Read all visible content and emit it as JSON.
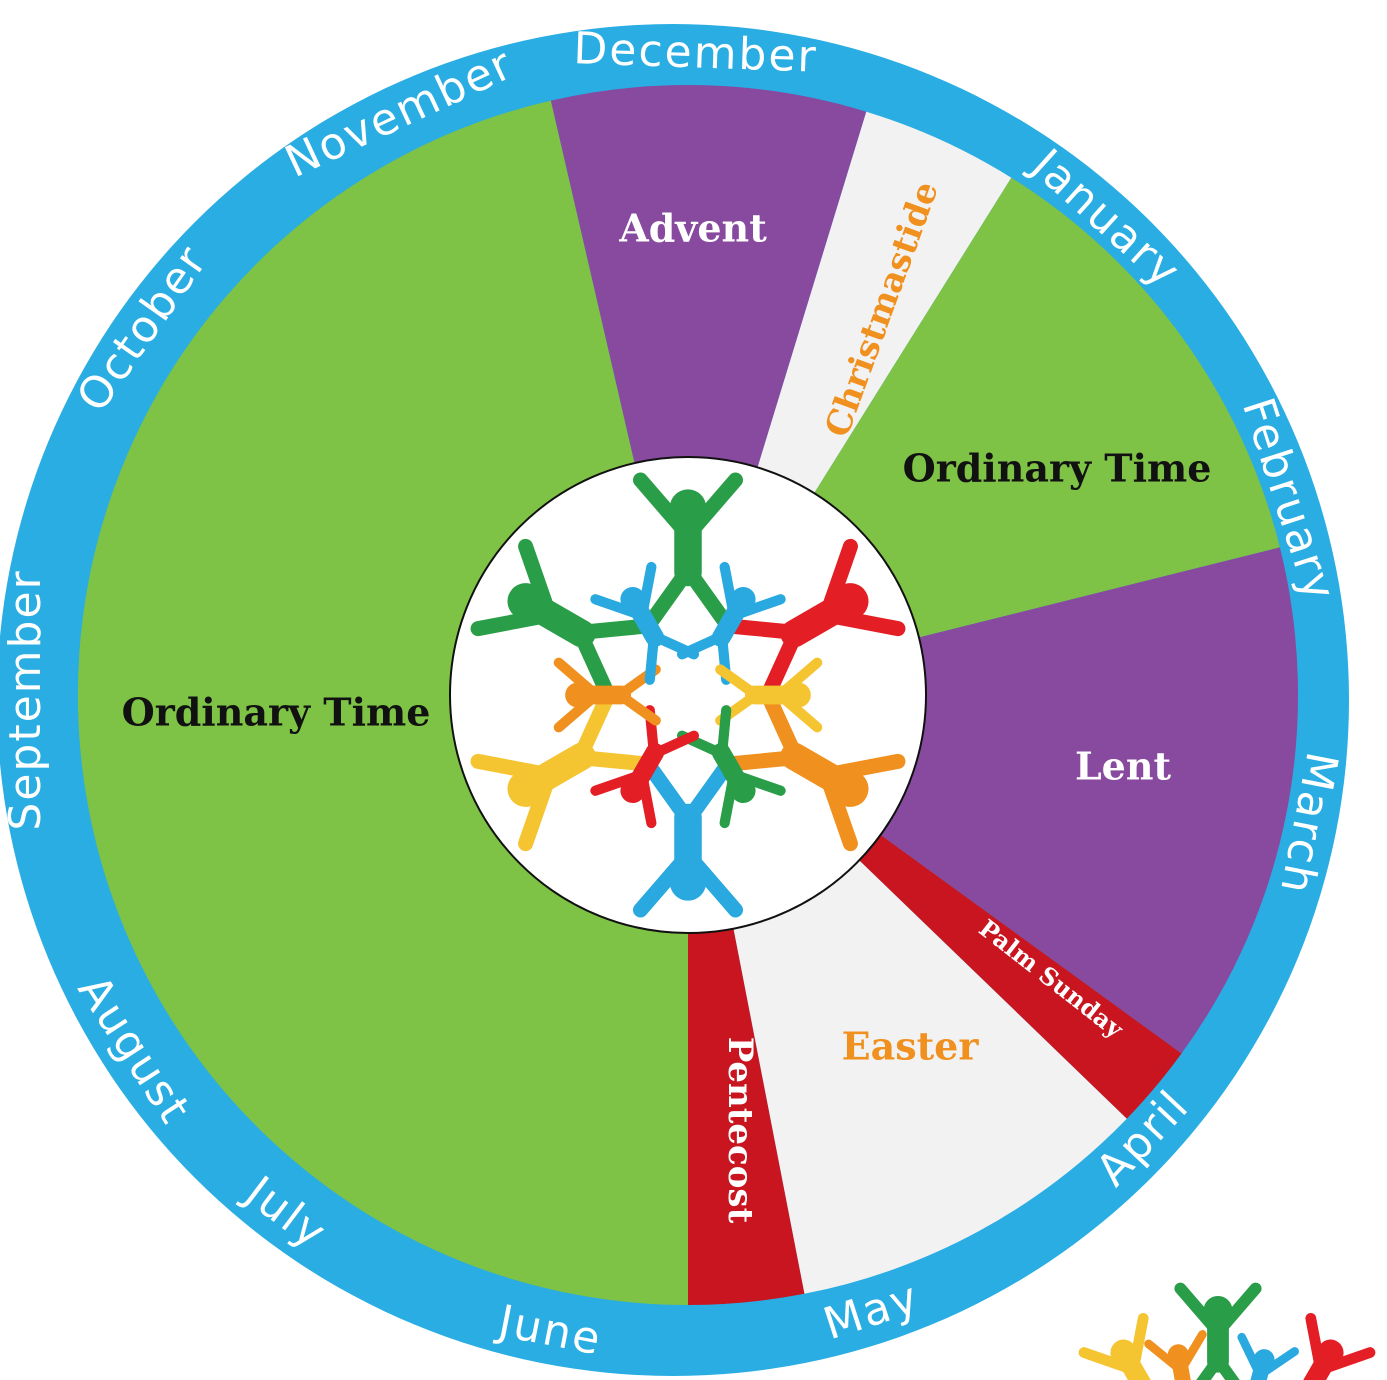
{
  "months": [
    "December",
    "January",
    "February",
    "March",
    "April",
    "May",
    "June",
    "July",
    "August",
    "September",
    "October",
    "November"
  ],
  "seasons": [
    {
      "label": "Advent",
      "color": "#874a9e",
      "text_color": "#ffffff"
    },
    {
      "label": "Christmastide",
      "color": "#f2f2f2",
      "text_color": "#f0901e"
    },
    {
      "label": "Ordinary Time",
      "color": "#7ec246",
      "text_color": "#111111"
    },
    {
      "label": "Lent",
      "color": "#874a9e",
      "text_color": "#ffffff"
    },
    {
      "label": "Palm Sunday",
      "color": "#c8151f",
      "text_color": "#ffffff"
    },
    {
      "label": "Easter",
      "color": "#f2f2f2",
      "text_color": "#f0901e"
    },
    {
      "label": "Pentecost",
      "color": "#c8151f",
      "text_color": "#ffffff"
    },
    {
      "label": "Ordinary Time",
      "color": "#7ec246",
      "text_color": "#111111"
    }
  ],
  "colors": {
    "ring": "#29ade3",
    "month_text": "#ffffff",
    "hub": "#ffffff",
    "figure_green": "#2a9d48",
    "figure_blue": "#29a9df",
    "figure_red": "#e31e25",
    "figure_yellow": "#f5c431",
    "figure_orange": "#f0901e"
  },
  "logo": "people-circle-logo"
}
